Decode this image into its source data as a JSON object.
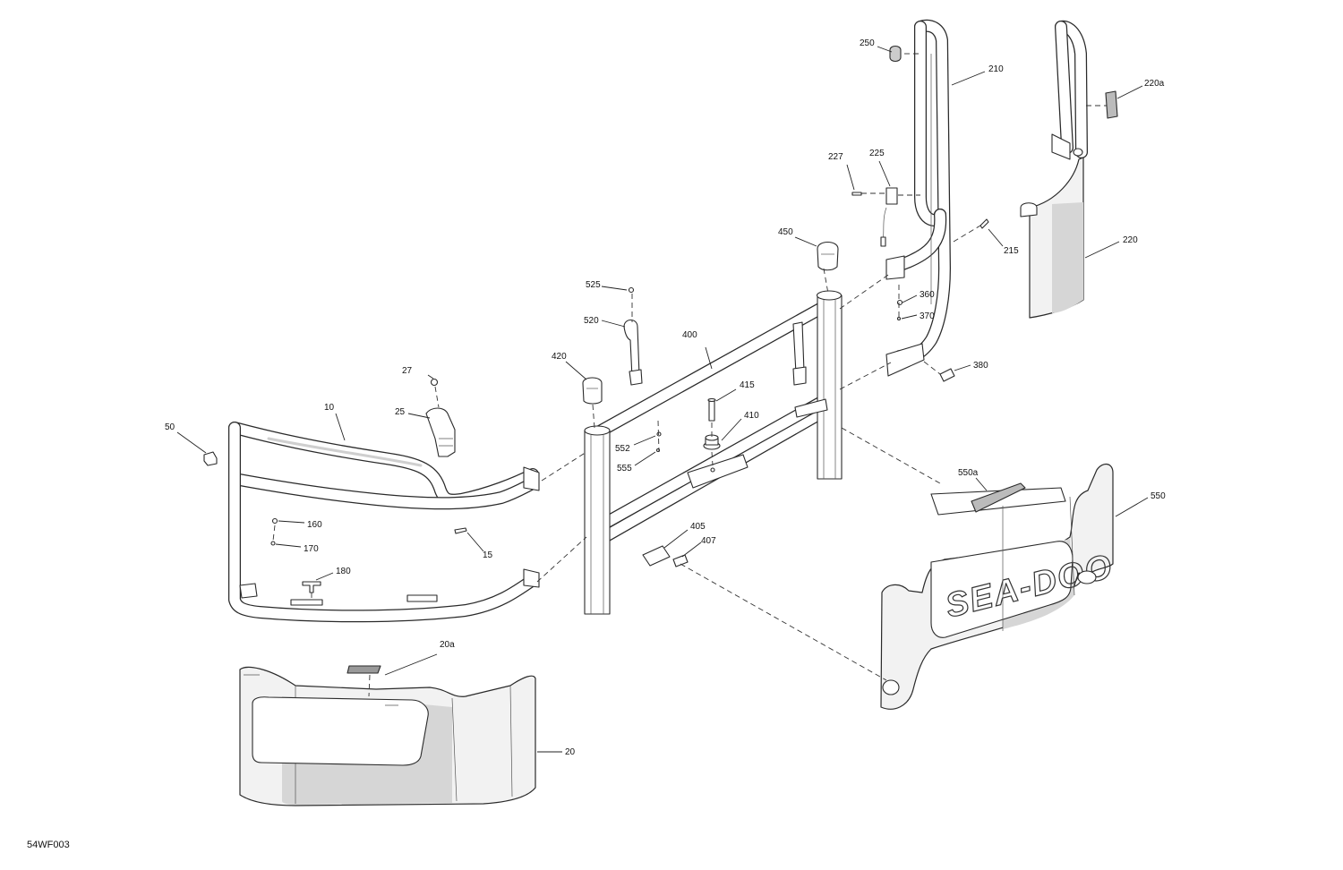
{
  "figure_code": "54WF003",
  "logo_text": "SEA-DOO",
  "callouts": [
    {
      "id": "10",
      "label": "10"
    },
    {
      "id": "15",
      "label": "15"
    },
    {
      "id": "20",
      "label": "20"
    },
    {
      "id": "20a",
      "label": "20a"
    },
    {
      "id": "25",
      "label": "25"
    },
    {
      "id": "27",
      "label": "27"
    },
    {
      "id": "50",
      "label": "50"
    },
    {
      "id": "160",
      "label": "160"
    },
    {
      "id": "170",
      "label": "170"
    },
    {
      "id": "180",
      "label": "180"
    },
    {
      "id": "210",
      "label": "210"
    },
    {
      "id": "215",
      "label": "215"
    },
    {
      "id": "220",
      "label": "220"
    },
    {
      "id": "220a",
      "label": "220a"
    },
    {
      "id": "225",
      "label": "225"
    },
    {
      "id": "227",
      "label": "227"
    },
    {
      "id": "250",
      "label": "250"
    },
    {
      "id": "360",
      "label": "360"
    },
    {
      "id": "370",
      "label": "370"
    },
    {
      "id": "380",
      "label": "380"
    },
    {
      "id": "400",
      "label": "400"
    },
    {
      "id": "405",
      "label": "405"
    },
    {
      "id": "407",
      "label": "407"
    },
    {
      "id": "410",
      "label": "410"
    },
    {
      "id": "415",
      "label": "415"
    },
    {
      "id": "420",
      "label": "420"
    },
    {
      "id": "450",
      "label": "450"
    },
    {
      "id": "520",
      "label": "520"
    },
    {
      "id": "525",
      "label": "525"
    },
    {
      "id": "550",
      "label": "550"
    },
    {
      "id": "550a",
      "label": "550a"
    },
    {
      "id": "552",
      "label": "552"
    },
    {
      "id": "555",
      "label": "555"
    }
  ]
}
